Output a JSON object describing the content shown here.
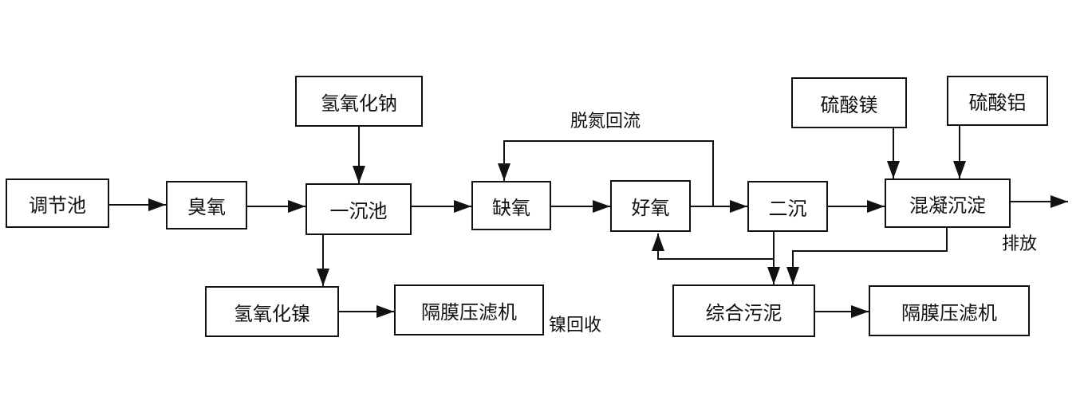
{
  "nodes": {
    "naoh": "氢氧化钠",
    "equalization": "调节池",
    "ozone": "臭氧",
    "primary_clarifier": "一沉池",
    "anoxic": "缺氧",
    "aerobic": "好氧",
    "secondary_clarifier": "二沉",
    "mgso4": "硫酸镁",
    "al2so4": "硫酸铝",
    "coag_sed": "混凝沉淀",
    "nickel_hydroxide": "氢氧化镍",
    "filter_press_1": "隔膜压滤机",
    "combined_sludge": "综合污泥",
    "filter_press_2": "隔膜压滤机"
  },
  "labels": {
    "denitrification_reflux": "脱氮回流",
    "discharge": "排放",
    "nickel_recovery": "镍回收"
  }
}
